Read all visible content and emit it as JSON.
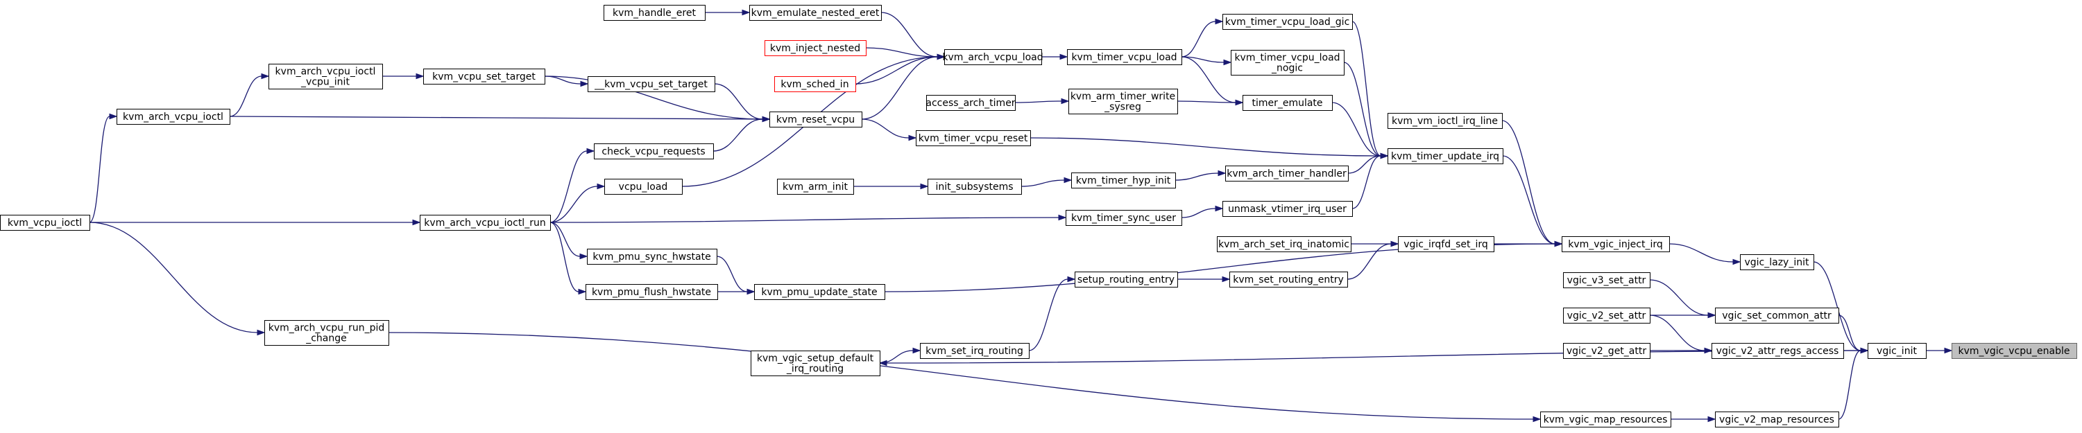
{
  "graph": {
    "root": "kvm_vgic_vcpu_enable",
    "nodes": [
      {
        "id": "kvm_vgic_vcpu_enable",
        "lines": [
          "kvm_vgic_vcpu_enable"
        ],
        "style": "root"
      },
      {
        "id": "vgic_init",
        "lines": [
          "vgic_init"
        ]
      },
      {
        "id": "vgic_lazy_init",
        "lines": [
          "vgic_lazy_init"
        ]
      },
      {
        "id": "vgic_set_common_attr",
        "lines": [
          "vgic_set_common_attr"
        ]
      },
      {
        "id": "vgic_v2_attr_regs_access",
        "lines": [
          "vgic_v2_attr_regs_access"
        ]
      },
      {
        "id": "vgic_v2_map_resources",
        "lines": [
          "vgic_v2_map_resources"
        ]
      },
      {
        "id": "kvm_vgic_map_resources",
        "lines": [
          "kvm_vgic_map_resources"
        ]
      },
      {
        "id": "kvm_vgic_inject_irq",
        "lines": [
          "kvm_vgic_inject_irq"
        ]
      },
      {
        "id": "vgic_v3_set_attr",
        "lines": [
          "vgic_v3_set_attr"
        ]
      },
      {
        "id": "vgic_v2_set_attr",
        "lines": [
          "vgic_v2_set_attr"
        ]
      },
      {
        "id": "vgic_v2_get_attr",
        "lines": [
          "vgic_v2_get_attr"
        ]
      },
      {
        "id": "kvm_vm_ioctl_irq_line",
        "lines": [
          "kvm_vm_ioctl_irq_line"
        ]
      },
      {
        "id": "kvm_timer_update_irq",
        "lines": [
          "kvm_timer_update_irq"
        ]
      },
      {
        "id": "vgic_irqfd_set_irq",
        "lines": [
          "vgic_irqfd_set_irq"
        ]
      },
      {
        "id": "kvm_pmu_update_state",
        "lines": [
          "kvm_pmu_update_state"
        ]
      },
      {
        "id": "kvm_timer_vcpu_load_gic",
        "lines": [
          "kvm_timer_vcpu_load_gic"
        ]
      },
      {
        "id": "kvm_timer_vcpu_load_nogic",
        "lines": [
          "kvm_timer_vcpu_load",
          "_nogic"
        ]
      },
      {
        "id": "timer_emulate",
        "lines": [
          "timer_emulate"
        ]
      },
      {
        "id": "kvm_arch_timer_handler",
        "lines": [
          "kvm_arch_timer_handler"
        ]
      },
      {
        "id": "unmask_vtimer_irq_user",
        "lines": [
          "unmask_vtimer_irq_user"
        ]
      },
      {
        "id": "kvm_arch_set_irq_inatomic",
        "lines": [
          "kvm_arch_set_irq_inatomic"
        ]
      },
      {
        "id": "kvm_set_routing_entry",
        "lines": [
          "kvm_set_routing_entry"
        ]
      },
      {
        "id": "kvm_timer_vcpu_load",
        "lines": [
          "kvm_timer_vcpu_load"
        ]
      },
      {
        "id": "kvm_arm_timer_write_sysreg",
        "lines": [
          "kvm_arm_timer_write",
          "_sysreg"
        ]
      },
      {
        "id": "kvm_timer_vcpu_reset",
        "lines": [
          "kvm_timer_vcpu_reset"
        ]
      },
      {
        "id": "kvm_timer_hyp_init",
        "lines": [
          "kvm_timer_hyp_init"
        ]
      },
      {
        "id": "kvm_timer_sync_user",
        "lines": [
          "kvm_timer_sync_user"
        ]
      },
      {
        "id": "setup_routing_entry",
        "lines": [
          "setup_routing_entry"
        ]
      },
      {
        "id": "kvm_arch_vcpu_load",
        "lines": [
          "kvm_arch_vcpu_load"
        ]
      },
      {
        "id": "access_arch_timer",
        "lines": [
          "access_arch_timer"
        ]
      },
      {
        "id": "init_subsystems",
        "lines": [
          "init_subsystems"
        ]
      },
      {
        "id": "kvm_set_irq_routing",
        "lines": [
          "kvm_set_irq_routing"
        ]
      },
      {
        "id": "kvm_emulate_nested_eret",
        "lines": [
          "kvm_emulate_nested_eret"
        ]
      },
      {
        "id": "kvm_inject_nested",
        "lines": [
          "kvm_inject_nested"
        ],
        "style": "red"
      },
      {
        "id": "kvm_sched_in",
        "lines": [
          "kvm_sched_in"
        ],
        "style": "red"
      },
      {
        "id": "kvm_reset_vcpu",
        "lines": [
          "kvm_reset_vcpu"
        ]
      },
      {
        "id": "vcpu_load",
        "lines": [
          "vcpu_load"
        ]
      },
      {
        "id": "kvm_arm_init",
        "lines": [
          "kvm_arm_init"
        ]
      },
      {
        "id": "kvm_pmu_sync_hwstate",
        "lines": [
          "kvm_pmu_sync_hwstate"
        ]
      },
      {
        "id": "kvm_pmu_flush_hwstate",
        "lines": [
          "kvm_pmu_flush_hwstate"
        ]
      },
      {
        "id": "kvm_vgic_setup_default_irq_routing",
        "lines": [
          "kvm_vgic_setup_default",
          "_irq_routing"
        ]
      },
      {
        "id": "kvm_handle_eret",
        "lines": [
          "kvm_handle_eret"
        ]
      },
      {
        "id": "kvm_vcpu_set_target",
        "lines": [
          "kvm_vcpu_set_target"
        ]
      },
      {
        "id": "__kvm_vcpu_set_target",
        "lines": [
          "__kvm_vcpu_set_target"
        ]
      },
      {
        "id": "check_vcpu_requests",
        "lines": [
          "check_vcpu_requests"
        ]
      },
      {
        "id": "kvm_arch_vcpu_ioctl_run",
        "lines": [
          "kvm_arch_vcpu_ioctl_run"
        ]
      },
      {
        "id": "kvm_arch_vcpu_ioctl_vcpu_init",
        "lines": [
          "kvm_arch_vcpu_ioctl",
          "_vcpu_init"
        ]
      },
      {
        "id": "kvm_arch_vcpu_run_pid_change",
        "lines": [
          "kvm_arch_vcpu_run_pid",
          "_change"
        ]
      },
      {
        "id": "kvm_arch_vcpu_ioctl",
        "lines": [
          "kvm_arch_vcpu_ioctl"
        ]
      },
      {
        "id": "kvm_vcpu_ioctl",
        "lines": [
          "kvm_vcpu_ioctl"
        ]
      }
    ],
    "edges": [
      [
        "vgic_init",
        "kvm_vgic_vcpu_enable"
      ],
      [
        "vgic_lazy_init",
        "vgic_init"
      ],
      [
        "vgic_set_common_attr",
        "vgic_init"
      ],
      [
        "vgic_v2_attr_regs_access",
        "vgic_init"
      ],
      [
        "vgic_v2_map_resources",
        "vgic_init"
      ],
      [
        "vgic_init",
        "kvm_vgic_setup_default_irq_routing"
      ],
      [
        "kvm_vgic_inject_irq",
        "vgic_lazy_init"
      ],
      [
        "vgic_v3_set_attr",
        "vgic_set_common_attr"
      ],
      [
        "vgic_v2_set_attr",
        "vgic_set_common_attr"
      ],
      [
        "vgic_v2_set_attr",
        "vgic_v2_attr_regs_access"
      ],
      [
        "vgic_v2_get_attr",
        "vgic_v2_attr_regs_access"
      ],
      [
        "kvm_vgic_map_resources",
        "vgic_v2_map_resources"
      ],
      [
        "kvm_arch_vcpu_run_pid_change",
        "kvm_vgic_map_resources"
      ],
      [
        "kvm_vm_ioctl_irq_line",
        "kvm_vgic_inject_irq"
      ],
      [
        "kvm_timer_update_irq",
        "kvm_vgic_inject_irq"
      ],
      [
        "vgic_irqfd_set_irq",
        "kvm_vgic_inject_irq"
      ],
      [
        "kvm_pmu_update_state",
        "kvm_vgic_inject_irq"
      ],
      [
        "kvm_timer_vcpu_load_gic",
        "kvm_timer_update_irq"
      ],
      [
        "kvm_timer_vcpu_load_nogic",
        "kvm_timer_update_irq"
      ],
      [
        "timer_emulate",
        "kvm_timer_update_irq"
      ],
      [
        "kvm_timer_vcpu_reset",
        "kvm_timer_update_irq"
      ],
      [
        "kvm_arch_timer_handler",
        "kvm_timer_update_irq"
      ],
      [
        "unmask_vtimer_irq_user",
        "kvm_timer_update_irq"
      ],
      [
        "kvm_arch_set_irq_inatomic",
        "vgic_irqfd_set_irq"
      ],
      [
        "kvm_set_routing_entry",
        "vgic_irqfd_set_irq"
      ],
      [
        "kvm_timer_vcpu_load",
        "kvm_timer_vcpu_load_gic"
      ],
      [
        "kvm_timer_vcpu_load",
        "kvm_timer_vcpu_load_nogic"
      ],
      [
        "kvm_timer_vcpu_load",
        "timer_emulate"
      ],
      [
        "kvm_arm_timer_write_sysreg",
        "timer_emulate"
      ],
      [
        "kvm_timer_hyp_init",
        "kvm_arch_timer_handler"
      ],
      [
        "kvm_timer_sync_user",
        "unmask_vtimer_irq_user"
      ],
      [
        "setup_routing_entry",
        "kvm_set_routing_entry"
      ],
      [
        "kvm_arch_vcpu_load",
        "kvm_timer_vcpu_load"
      ],
      [
        "access_arch_timer",
        "kvm_arm_timer_write_sysreg"
      ],
      [
        "init_subsystems",
        "kvm_timer_hyp_init"
      ],
      [
        "kvm_set_irq_routing",
        "setup_routing_entry"
      ],
      [
        "kvm_emulate_nested_eret",
        "kvm_arch_vcpu_load"
      ],
      [
        "kvm_inject_nested",
        "kvm_arch_vcpu_load"
      ],
      [
        "kvm_sched_in",
        "kvm_arch_vcpu_load"
      ],
      [
        "kvm_reset_vcpu",
        "kvm_arch_vcpu_load"
      ],
      [
        "vcpu_load",
        "kvm_arch_vcpu_load"
      ],
      [
        "kvm_reset_vcpu",
        "kvm_timer_vcpu_reset"
      ],
      [
        "kvm_arm_init",
        "init_subsystems"
      ],
      [
        "kvm_arch_vcpu_ioctl_run",
        "kvm_timer_sync_user"
      ],
      [
        "kvm_pmu_sync_hwstate",
        "kvm_pmu_update_state"
      ],
      [
        "kvm_pmu_flush_hwstate",
        "kvm_pmu_update_state"
      ],
      [
        "kvm_vgic_setup_default_irq_routing",
        "kvm_set_irq_routing"
      ],
      [
        "kvm_handle_eret",
        "kvm_emulate_nested_eret"
      ],
      [
        "kvm_vcpu_set_target",
        "kvm_reset_vcpu"
      ],
      [
        "__kvm_vcpu_set_target",
        "kvm_reset_vcpu"
      ],
      [
        "check_vcpu_requests",
        "kvm_reset_vcpu"
      ],
      [
        "kvm_arch_vcpu_ioctl",
        "kvm_reset_vcpu"
      ],
      [
        "kvm_vcpu_set_target",
        "__kvm_vcpu_set_target"
      ],
      [
        "kvm_arch_vcpu_ioctl_run",
        "check_vcpu_requests"
      ],
      [
        "kvm_arch_vcpu_ioctl_run",
        "vcpu_load"
      ],
      [
        "kvm_arch_vcpu_ioctl_run",
        "kvm_pmu_sync_hwstate"
      ],
      [
        "kvm_arch_vcpu_ioctl_run",
        "kvm_pmu_flush_hwstate"
      ],
      [
        "kvm_arch_vcpu_ioctl_vcpu_init",
        "kvm_vcpu_set_target"
      ],
      [
        "kvm_arch_vcpu_ioctl",
        "kvm_arch_vcpu_ioctl_vcpu_init"
      ],
      [
        "kvm_vcpu_ioctl",
        "kvm_arch_vcpu_ioctl"
      ],
      [
        "kvm_vcpu_ioctl",
        "kvm_arch_vcpu_ioctl_run"
      ],
      [
        "kvm_vcpu_ioctl",
        "kvm_arch_vcpu_run_pid_change"
      ]
    ]
  }
}
